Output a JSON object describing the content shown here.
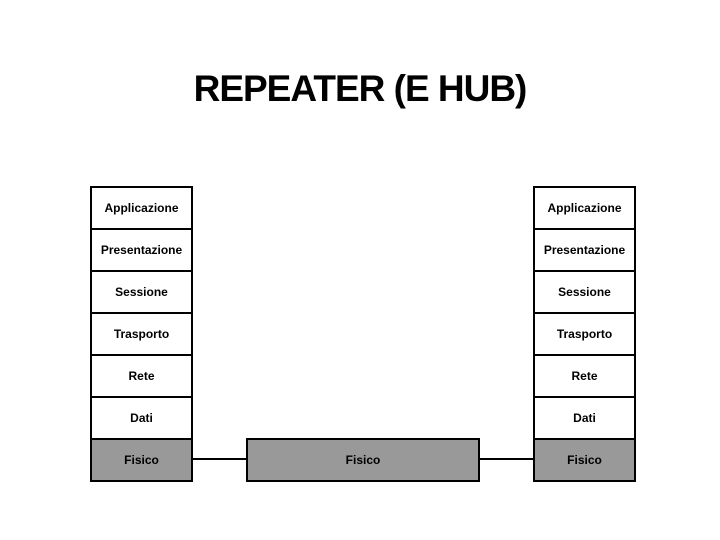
{
  "slide": {
    "title": "REPEATER (E HUB)"
  },
  "left_stack": {
    "layers": [
      "Applicazione",
      "Presentazione",
      "Sessione",
      "Trasporto",
      "Rete",
      "Dati",
      "Fisico"
    ]
  },
  "right_stack": {
    "layers": [
      "Applicazione",
      "Presentazione",
      "Sessione",
      "Trasporto",
      "Rete",
      "Dati",
      "Fisico"
    ]
  },
  "hub": {
    "label": "Fisico"
  },
  "colors": {
    "background": "#ffffff",
    "border": "#000000",
    "text": "#000000",
    "physical_layer_fill": "#999999"
  }
}
